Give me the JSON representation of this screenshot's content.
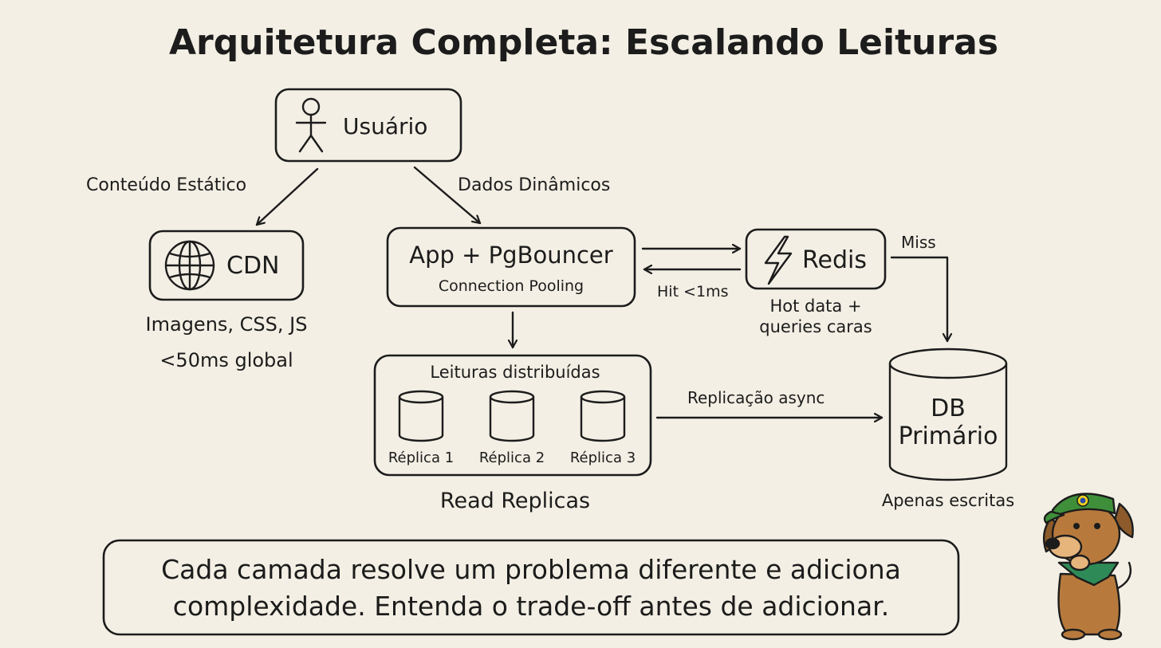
{
  "title": "Arquitetura Completa: Escalando Leituras",
  "nodes": {
    "user": {
      "label": "Usuário",
      "icon": "stick-figure-icon"
    },
    "cdn": {
      "label": "CDN",
      "icon": "globe-icon",
      "notes": [
        "Imagens, CSS, JS",
        "<50ms global"
      ]
    },
    "app": {
      "label": "App + PgBouncer",
      "sublabel": "Connection Pooling"
    },
    "redis": {
      "label": "Redis",
      "icon": "lightning-bolt-icon",
      "notes": [
        "Hot data +",
        "queries caras"
      ]
    },
    "replicas": {
      "header": "Leituras distribuídas",
      "items": [
        "Réplica 1",
        "Réplica 2",
        "Réplica 3"
      ],
      "caption": "Read Replicas"
    },
    "primary": {
      "label_lines": [
        "DB",
        "Primário"
      ],
      "caption": "Apenas escritas"
    }
  },
  "edges": {
    "static": "Conteúdo Estático",
    "dynamic": "Dados Dinâmicos",
    "hit": "Hit <1ms",
    "miss": "Miss",
    "replication": "Replicação async"
  },
  "footer": {
    "lines": [
      "Cada camada resolve um problema diferente e adiciona",
      "complexidade. Entenda o trade-off antes de adicionar."
    ]
  },
  "mascot": {
    "icon": "dog-mascot-icon"
  },
  "colors": {
    "background": "#f3efe4",
    "ink": "#1c1c1c",
    "cap_green": "#3f8f3a",
    "dog_brown": "#b87a3c",
    "bandana": "#2e8b57"
  }
}
